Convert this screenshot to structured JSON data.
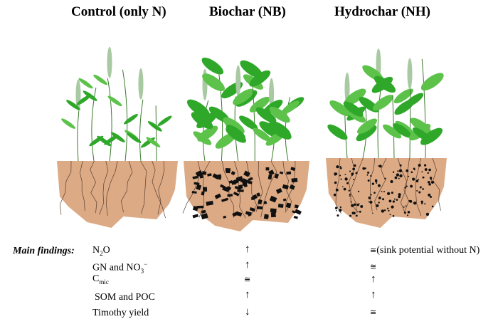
{
  "titles": {
    "control": "Control (only N)",
    "biochar": "Biochar (NB)",
    "hydrochar": "Hydrochar (NH)"
  },
  "findings": {
    "heading": "Main findings:",
    "rows": [
      {
        "label_main": "N",
        "label_sub": "2",
        "label_rest": "O",
        "biochar": "↑",
        "hydrochar": "≅",
        "hydrochar_note": "(sink potential without N)"
      },
      {
        "label_main": "GN and NO",
        "label_sub": "3",
        "label_sup": "−",
        "biochar": "↑",
        "hydrochar": "≅"
      },
      {
        "label_main": "C",
        "label_sub": "mic",
        "biochar": "≅",
        "hydrochar": "↑"
      },
      {
        "label_main": "SOM and POC",
        "biochar": "↑",
        "hydrochar": "↑"
      },
      {
        "label_main": "Timothy yield",
        "biochar": "↓",
        "hydrochar": "≅"
      }
    ]
  },
  "colors": {
    "soil": "#dcaa85",
    "leaf": "#2fa82a",
    "leaf_light": "#5cc24a",
    "seedhead": "#a9c9a2",
    "char": "#111111"
  }
}
